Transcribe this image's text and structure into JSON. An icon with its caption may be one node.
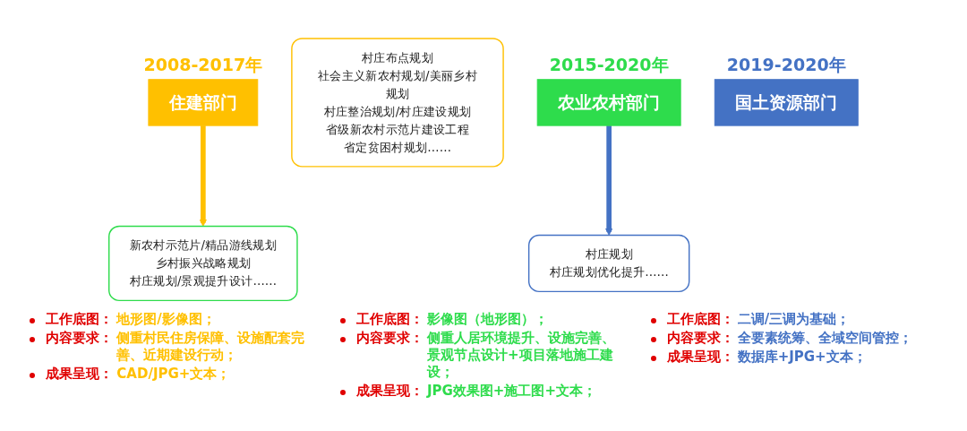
{
  "diagram": {
    "nodes": [
      {
        "text": [
          "住建部门"
        ],
        "beside": [
          "2008-2017年"
        ]
      },
      {
        "text": [
          "村庄布点规划",
          "社会主义新农村规划/美丽乡村规划",
          "村庄整治规划/村庄建设规划",
          "省级新农村示范片建设工程",
          "省定贫困村规划……"
        ]
      },
      {
        "text": [
          "农业农村部门"
        ],
        "beside": [
          "2015-2020年"
        ]
      },
      {
        "text": [
          "新农村示范片/精品游线规划",
          "乡村振兴战略规划",
          "村庄规划/景观提升设计……"
        ]
      },
      {
        "text": [
          "国土资源部门"
        ],
        "beside": [
          "2019-2020年"
        ]
      },
      {
        "text": [
          "村庄规划",
          "村庄规划优化提升……"
        ]
      }
    ],
    "edges": [
      {
        "from": 0,
        "to": 3,
        "arrow": "to",
        "color": "#ffc000"
      },
      {
        "from": 2,
        "to": 5,
        "arrow": "to",
        "color": "#4472c4"
      }
    ],
    "labels": [
      "工作底图：",
      "地形图/影像图；",
      "内容要求：",
      "侧重村民住房保障、设施配套完善、近期建设行动；",
      "成果呈现：",
      "CAD/JPG+文本；",
      "工作底图：",
      "影像图（地形图）；",
      "内容要求：",
      "侧重人居环境提升、设施完善、景观节点设计+项目落地施工建设；",
      "成果呈现：",
      "JPG效果图+施工图+文本；",
      "工作底图：",
      "二调/三调为基础；",
      "内容要求：",
      "全要素统筹、全域空间管控；",
      "成果呈现：",
      "数据库+JPG+文本；"
    ]
  }
}
